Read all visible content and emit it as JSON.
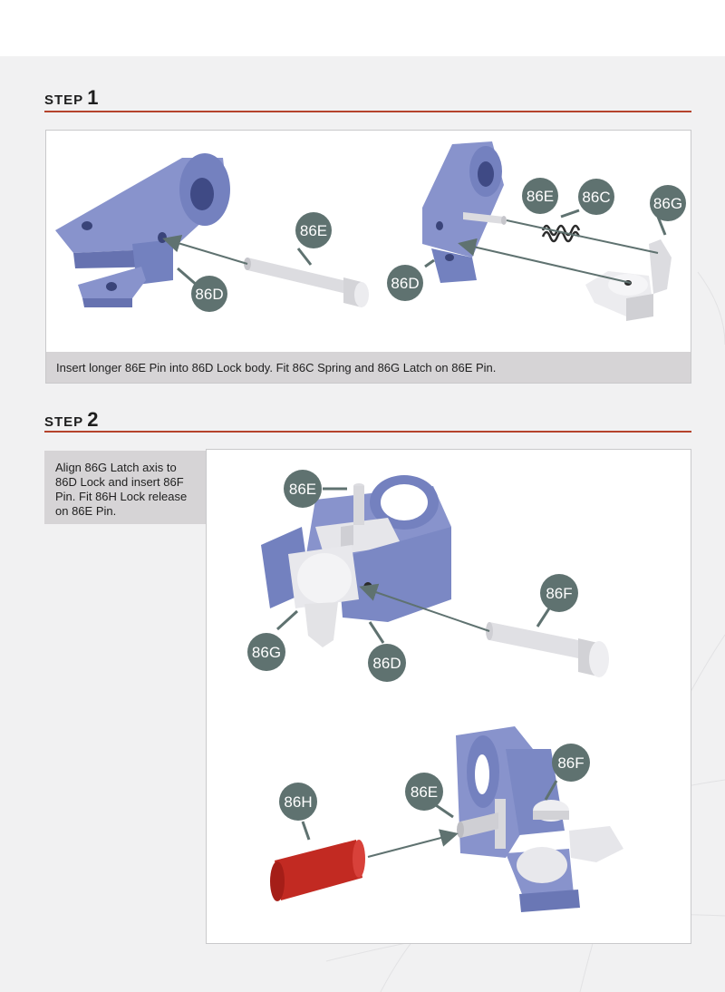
{
  "step1": {
    "word": "STEP",
    "number": "1",
    "caption": "Insert longer 86E Pin into 86D Lock body. Fit 86C Spring and 86G Latch on 86E Pin.",
    "labels": {
      "d_left": "86D",
      "e_left": "86E",
      "d_right": "86D",
      "e_right": "86E",
      "c_right": "86C",
      "g_right": "86G"
    }
  },
  "step2": {
    "word": "STEP",
    "number": "2",
    "caption": "Align 86G Latch axis to 86D Lock and insert 86F Pin. Fit 86H Lock release on 86E Pin.",
    "labels": {
      "e_top": "86E",
      "f_top": "86F",
      "g_top": "86G",
      "d_top": "86D",
      "h_bottom": "86H",
      "e_bottom": "86E",
      "f_bottom": "86F"
    }
  },
  "colors": {
    "accent_rule": "#b5432c",
    "callout_badge": "#5f7270",
    "part_blue": "#7d8ac6",
    "part_silver": "#e4e4e6",
    "part_red": "#c22a22",
    "caption_bg": "#d6d4d6"
  }
}
